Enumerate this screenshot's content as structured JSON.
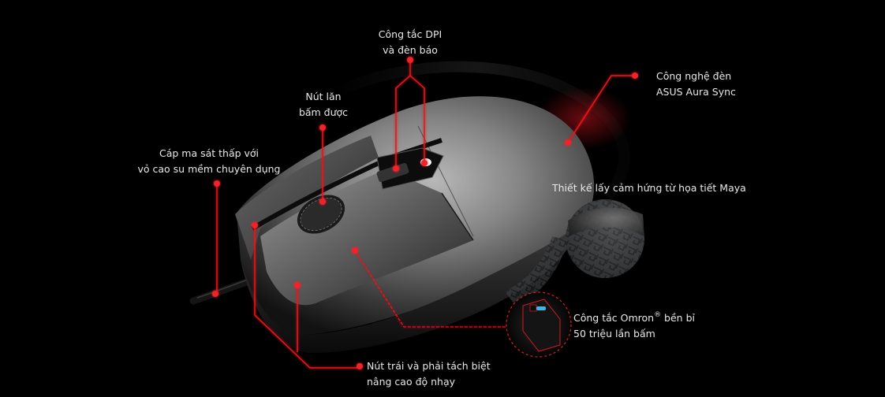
{
  "product": "ASUS ROG mouse feature callouts",
  "colors": {
    "background": "#000000",
    "accent": "#e8141c",
    "text": "#e8e8e8",
    "body": "#8a8a8a"
  },
  "callouts": {
    "dpi": {
      "line1": "Công tắc DPI",
      "line2": "và đèn báo"
    },
    "aura": {
      "line1": "Công nghệ đèn",
      "line2": "ASUS Aura Sync"
    },
    "wheel": {
      "line1": "Nút lăn",
      "line2": "bấm được"
    },
    "cable": {
      "line1": "Cáp ma sát thấp với",
      "line2": "vỏ cao su mềm chuyên dụng"
    },
    "maya": {
      "line1": "Thiết kế lấy cảm hứng từ họa tiết Maya"
    },
    "omron": {
      "line1_pre": "Công tắc Omron",
      "registered": "®",
      "line1_post": " bền bỉ",
      "line2": "50 triệu lần bấm"
    },
    "buttons": {
      "line1": "Nút trái và phải tách biệt",
      "line2": "nâng cao độ nhạy"
    }
  },
  "icons": {
    "omron_switch": "switch-icon",
    "maya_pattern": "maya-pattern-icon"
  }
}
